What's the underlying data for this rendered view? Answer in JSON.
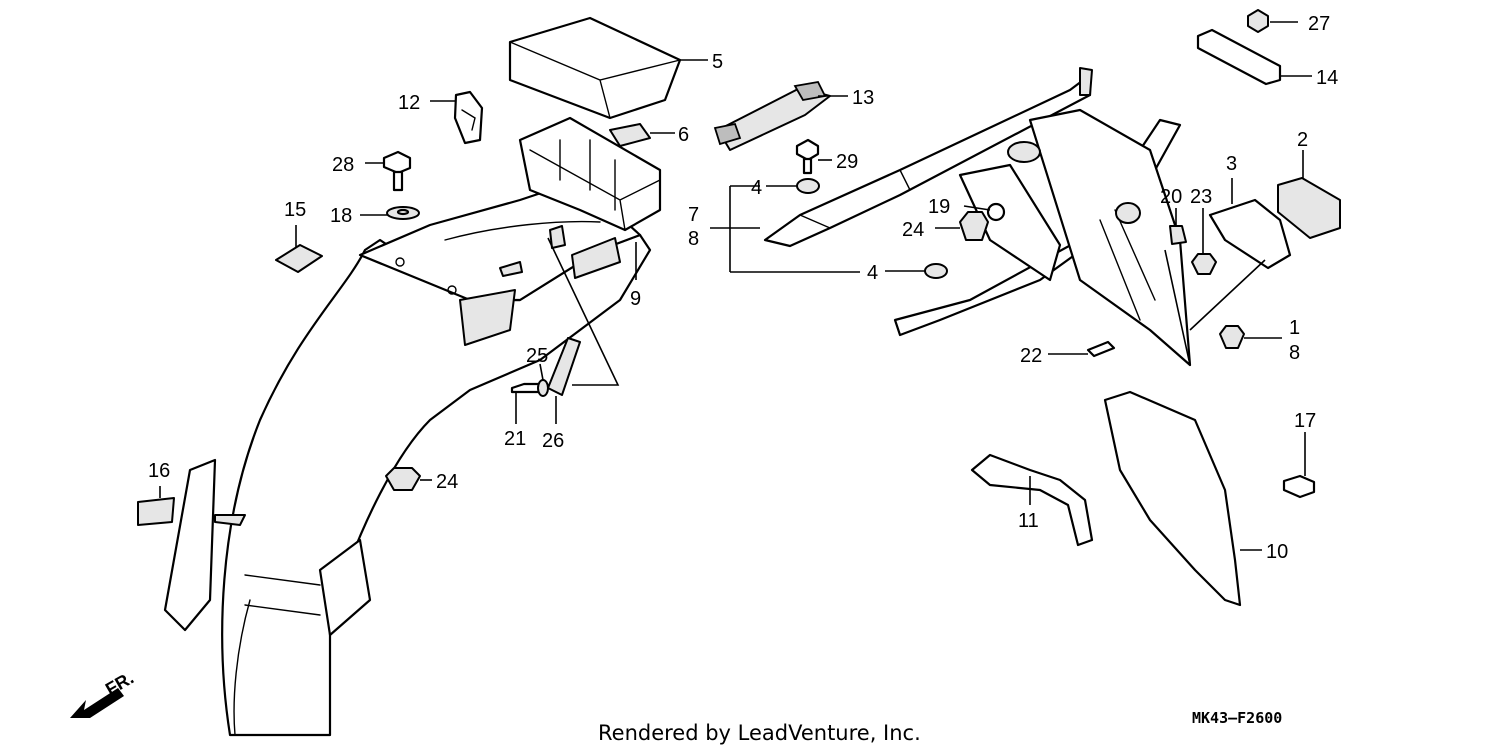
{
  "labels": {
    "p1": "1",
    "p2": "2",
    "p3": "3",
    "p4a": "4",
    "p4b": "4",
    "p5": "5",
    "p6": "6",
    "p7": "7",
    "p8a": "8",
    "p8b": "8",
    "p9": "9",
    "p10": "10",
    "p11": "11",
    "p12": "12",
    "p13": "13",
    "p14": "14",
    "p15": "15",
    "p16": "16",
    "p17": "17",
    "p18": "18",
    "p19": "19",
    "p20": "20",
    "p21": "21",
    "p22": "22",
    "p23": "23",
    "p24a": "24",
    "p24b": "24",
    "p25": "25",
    "p26": "26",
    "p27": "27",
    "p28": "28",
    "p29": "29"
  },
  "direction_label": "FR.",
  "footer": {
    "credit": "Rendered by LeadVenture, Inc.",
    "diagram_code": "MK43—F2600"
  }
}
